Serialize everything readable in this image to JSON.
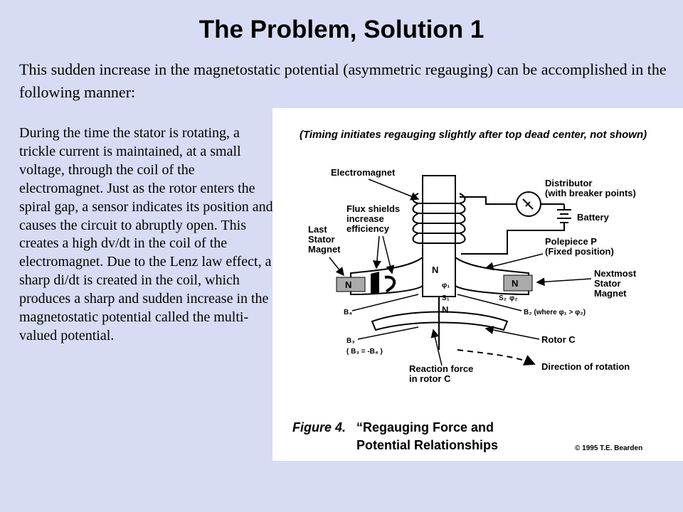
{
  "slide": {
    "title": "The Problem, Solution 1",
    "intro": "This sudden increase in the magnetostatic potential (asymmetric regauging) can be accomplished in the following manner:",
    "body": "During the time the stator is rotating, a trickle current is maintained, at a small voltage, through the coil of the electromagnet.  Just as the rotor enters the spiral gap, a sensor indicates its position and causes the circuit to abruptly open.  This creates a high dv/dt in the coil of the electromagnet. Due to the Lenz law effect, a sharp di/dt is created in the coil, which produces a sharp and sudden increase in the magnetostatic potential called the multi-valued potential."
  },
  "figure": {
    "note": "(Timing initiates regauging slightly after top dead center, not shown)",
    "labels": {
      "electromagnet": "Electromagnet",
      "distributor_1": "Distributor",
      "distributor_2": "(with breaker points)",
      "battery": "Battery",
      "flux_1": "Flux shields",
      "flux_2": "increase",
      "flux_3": "efficiency",
      "last_1": "Last",
      "last_2": "Stator",
      "last_3": "Magnet",
      "polepiece_1": "Polepiece P",
      "polepiece_2": "(Fixed position)",
      "next_1": "Nextmost",
      "next_2": "Stator",
      "next_3": "Magnet",
      "rotor": "Rotor C",
      "rotation": "Direction of rotation",
      "reaction_1": "Reaction force",
      "reaction_2": "in rotor C",
      "b4": "B₄",
      "b3": "B₃",
      "b3_eq": "( B₃ = -B₄ )",
      "b2": "B₂ (where φ₁ > φ₂)",
      "s1": "S₁",
      "s2": "S₂",
      "phi1": "φ₁",
      "phi2": "φ₂",
      "n_top": "N",
      "n_rotor": "N",
      "n_left": "N",
      "n_right": "N"
    },
    "caption_prefix": "Figure 4.",
    "caption_1": "“Regauging Force and",
    "caption_2": "Potential Relationships",
    "copyright": "© 1995 T.E. Bearden"
  }
}
